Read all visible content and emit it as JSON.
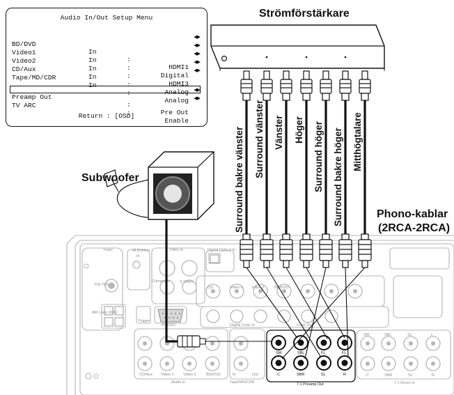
{
  "osd": {
    "title": "Audio In/Out Setup Menu",
    "rows": [
      {
        "name": "BD/DVD",
        "io": "In",
        "sep": ":",
        "value": "HDMI1"
      },
      {
        "name": "Video1",
        "io": "In",
        "sep": ":",
        "value": "Digital"
      },
      {
        "name": "Video2",
        "io": "In",
        "sep": ":",
        "value": "HDMI3"
      },
      {
        "name": "CD/Aux",
        "io": "In",
        "sep": ":",
        "value": "Analog"
      },
      {
        "name": "Tape/MD/CDR",
        "io": "In",
        "sep": ":",
        "value": "Analog"
      }
    ],
    "selected_row": {
      "name": "Preamp Out",
      "sep": ":",
      "value": "Pre Out"
    },
    "tv_row": {
      "name": "TV ARC",
      "sep": ":",
      "value": "Enable"
    },
    "return_text": "Return : [OSD]",
    "arrows": "◀▶"
  },
  "amplifier_label": "Strömförstärkare",
  "subwoofer_label": "Subwoofer",
  "cable_label_line1": "Phono-kablar",
  "cable_label_line2": "(2RCA-2RCA)",
  "channel_labels": [
    "Surround bakre vänster",
    "Surround vänster",
    "Vänster",
    "Höger",
    "Surround höger",
    "Surround bakre höger",
    "Mitthögtalare"
  ],
  "rear_panel": {
    "tuner": "Tuner",
    "ir_emitter": "IR Emitter",
    "ir_in": "In",
    "video_in": "Video In",
    "digital_optical": "Digital Optical In",
    "fm": "FM 75Ω",
    "am": "AM Loop 300Ω",
    "composite": "Composite",
    "s_video": "S-Video",
    "cd": "CD",
    "video1": "Video 1",
    "video2": "Video 2",
    "bddvd_opt": "BD/DVD",
    "rs232": "RS232C",
    "trigger": "Trigger",
    "digital_coax_in": "Digital Coax In",
    "coax_out": "Coax Out",
    "bottom_labels": [
      "CD/Aux",
      "Video 1",
      "Video 2",
      "BD/DVD",
      "In",
      "Out"
    ],
    "audio_in": "Audio In",
    "tape": "Tape/MD/CDR",
    "preamp_top": [
      "SW",
      "SBL",
      "FL",
      "FL"
    ],
    "preamp_bottom": [
      "C",
      "SBR",
      "SL",
      "R"
    ],
    "preamp_out": "7.1 Preamp Out",
    "direct_top": [
      "SW",
      "SBL",
      "SL",
      "L"
    ],
    "direct_bottom": [
      "C",
      "SBR",
      "SL",
      "R"
    ],
    "direct_in": "7.1 Direct In"
  }
}
